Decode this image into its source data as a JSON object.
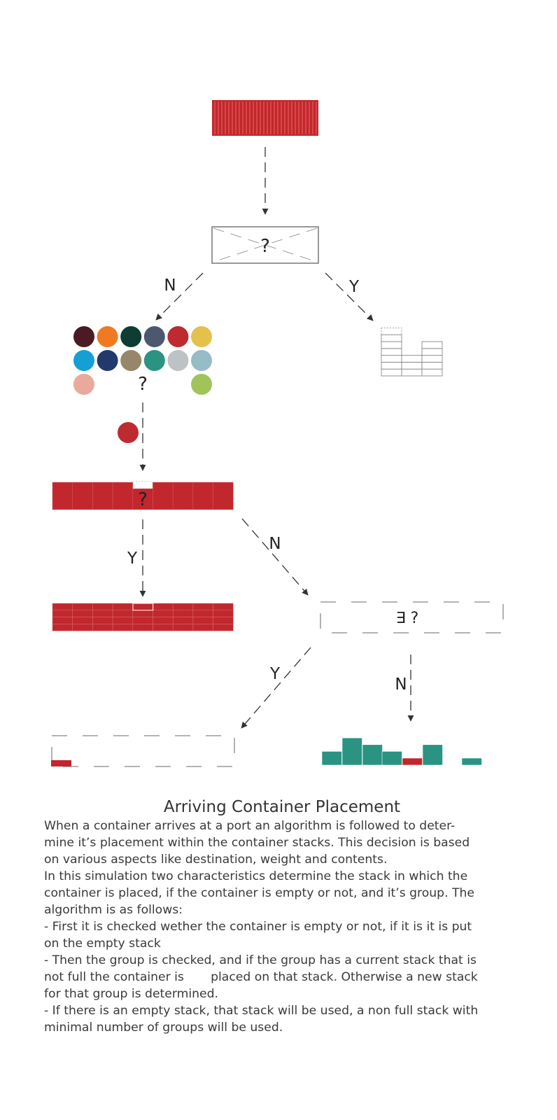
{
  "colors": {
    "container_red": "#c1272d",
    "teal": "#2a9382",
    "gray_line": "#888888",
    "group_colors": [
      "#4a1b24",
      "#ef7a22",
      "#0d3d33",
      "#4e5770",
      "#bd2a2f",
      "#e4c04c",
      "#159fd5",
      "#223a6b",
      "#978669",
      "#2a9382",
      "#bdc2c4",
      "#96bcc6",
      "#e9aa9d",
      "#a1c35a"
    ]
  },
  "diagram": {
    "decision_mark": "?",
    "exists_mark": "∃ ?",
    "labels": {
      "empty_no": "N",
      "empty_yes": "Y",
      "stack_yes": "Y",
      "stack_no": "N",
      "exists_yes": "Y",
      "exists_no": "N"
    }
  },
  "caption": {
    "title": "Arriving Container Placement",
    "lines": [
      "When a container arrives at a port an algorithm is followed to deter-",
      "mine it’s placement within the container stacks. This decision is based",
      "on various aspects like destination, weight and contents.",
      "In this simulation two characteristics determine the stack in which the",
      "container is placed, if the container is empty or not, and it’s group. The",
      "algorithm is as follows:",
      "- First it is checked wether the container is empty or not, if it is it is put",
      "on the empty stack",
      "- Then the group is checked, and if the group has a current stack that is",
      "not full the container is       placed on that stack. Otherwise a new stack",
      "for that group is determined.",
      "- If there is an empty stack, that stack will be used, a non full stack with",
      "minimal number of groups will be used."
    ]
  }
}
